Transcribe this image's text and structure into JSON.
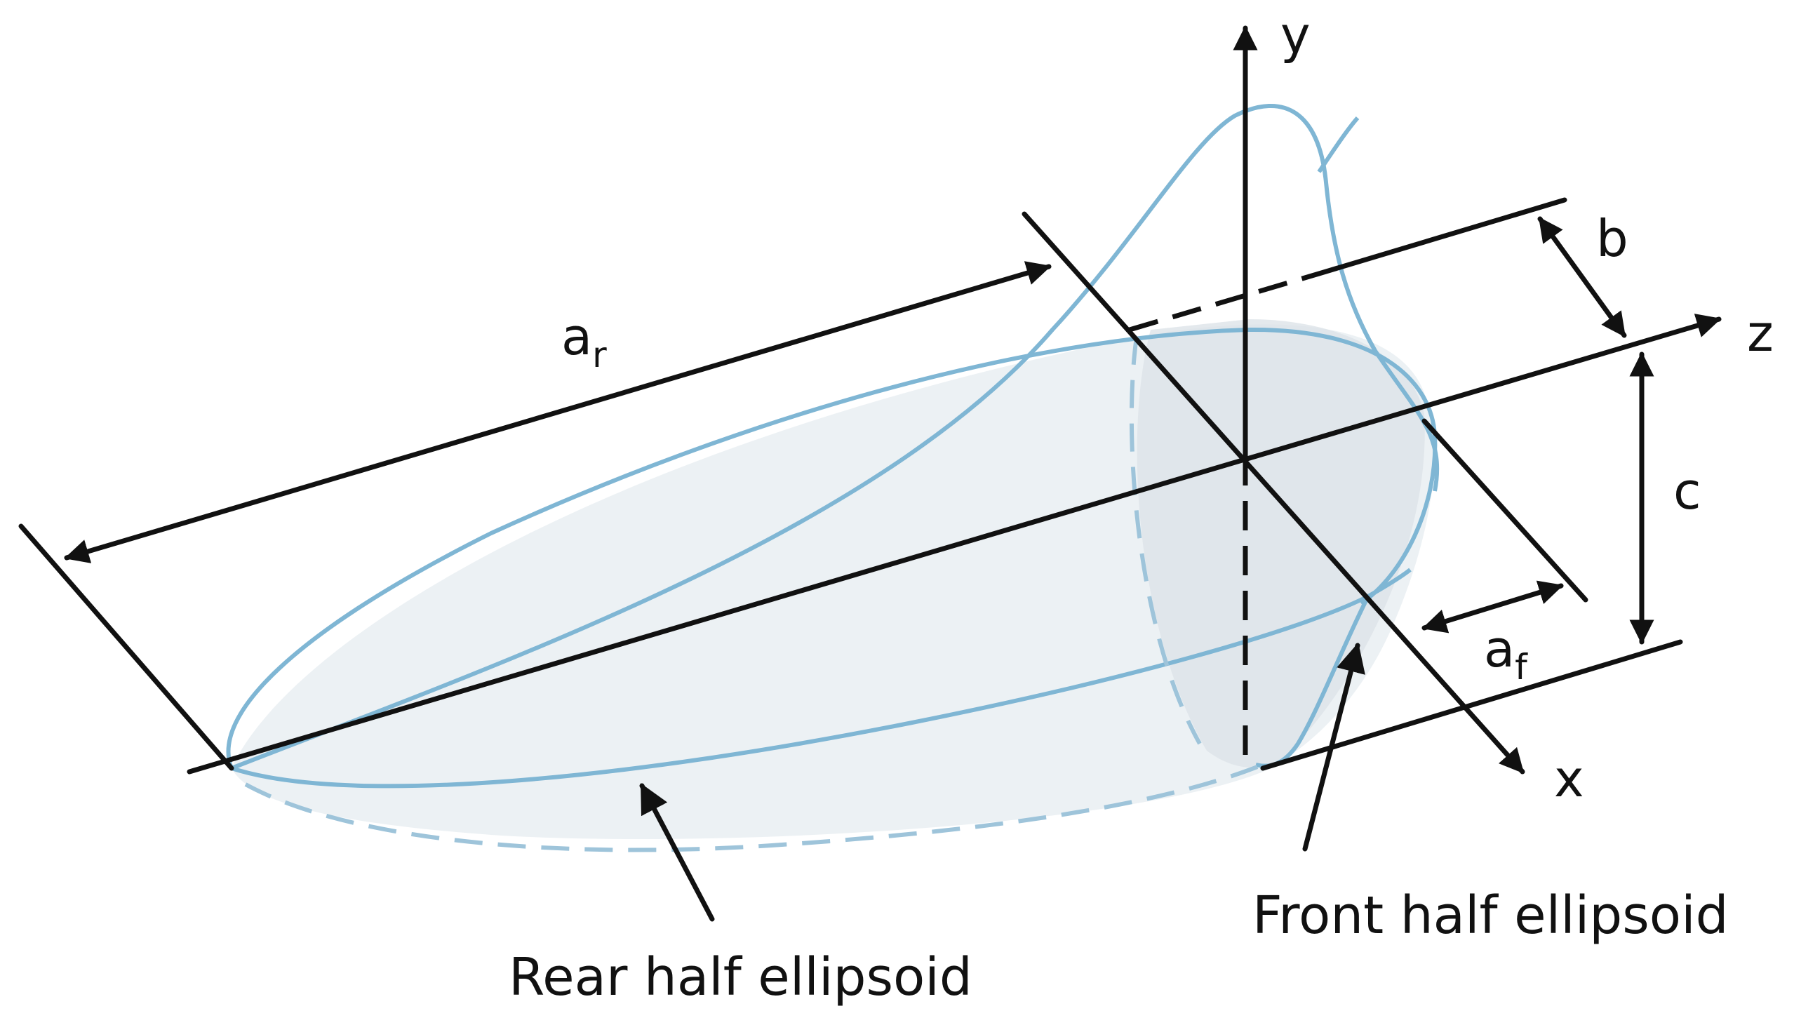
{
  "labels": {
    "y_axis": "y",
    "z_axis": "z",
    "x_axis": "x",
    "a_r": "a",
    "a_r_sub": "r",
    "a_f": "a",
    "a_f_sub": "f",
    "b": "b",
    "c": "c",
    "rear": "Rear half ellipsoid",
    "front": "Front half ellipsoid"
  },
  "colors": {
    "ellipsoid_outline": "#7fb6d4",
    "ellipsoid_fill": "#e9eef2",
    "lines": "#111111"
  }
}
